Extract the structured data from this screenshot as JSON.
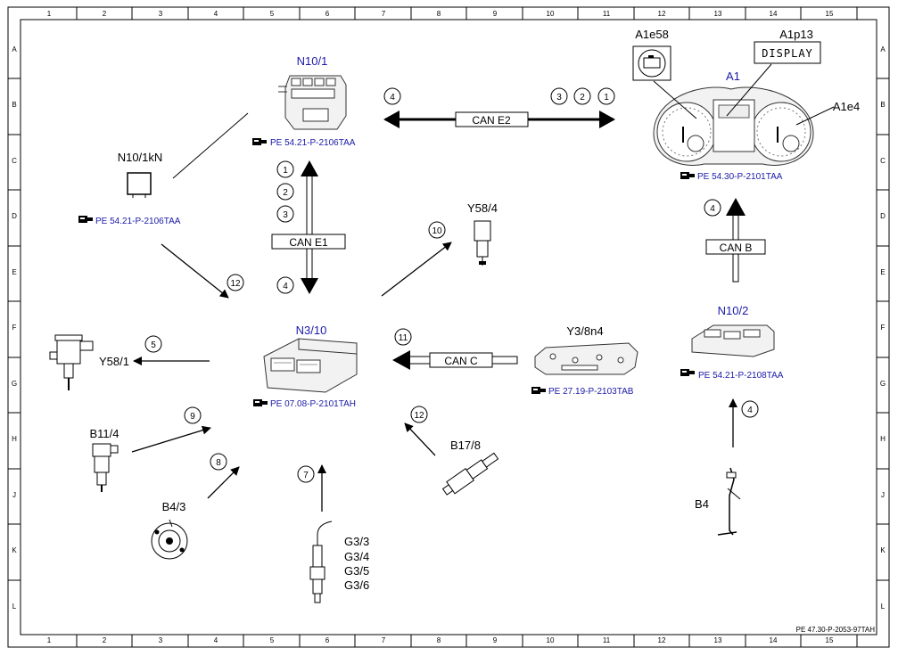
{
  "grid": {
    "columns": [
      "1",
      "2",
      "3",
      "4",
      "5",
      "6",
      "7",
      "8",
      "9",
      "10",
      "11",
      "12",
      "13",
      "14",
      "15"
    ],
    "rows": [
      "A",
      "B",
      "C",
      "D",
      "E",
      "F",
      "G",
      "H",
      "J",
      "K",
      "L"
    ]
  },
  "components": {
    "n10_1": {
      "label": "N10/1",
      "ref": "PE 54.21-P-2106TAA"
    },
    "n10_1kn": {
      "label": "N10/1kN",
      "ref": "PE 54.21-P-2106TAA"
    },
    "a1": {
      "label": "A1",
      "ref": "PE 54.30-P-2101TAA"
    },
    "a1e58": {
      "label": "A1e58"
    },
    "a1p13": {
      "label": "A1p13",
      "display": "DISPLAY"
    },
    "a1e4": {
      "label": "A1e4"
    },
    "y58_4": {
      "label": "Y58/4"
    },
    "n3_10": {
      "label": "N3/10",
      "ref": "PE 07.08-P-2101TAH"
    },
    "y58_1": {
      "label": "Y58/1"
    },
    "y3_8n4": {
      "label": "Y3/8n4",
      "ref": "PE 27.19-P-2103TAB"
    },
    "n10_2": {
      "label": "N10/2",
      "ref": "PE 54.21-P-2108TAA"
    },
    "b11_4": {
      "label": "B11/4"
    },
    "b4_3": {
      "label": "B4/3"
    },
    "b17_8": {
      "label": "B17/8"
    },
    "b4": {
      "label": "B4"
    },
    "g3": {
      "labels": [
        "G3/3",
        "G3/4",
        "G3/5",
        "G3/6"
      ]
    }
  },
  "buses": {
    "can_e2": "CAN E2",
    "can_e1": "CAN E1",
    "can_b": "CAN B",
    "can_c": "CAN C"
  },
  "signals": {
    "e2_left": "4",
    "e2_right": [
      "3",
      "2",
      "1"
    ],
    "e1_top": [
      "1",
      "2",
      "3"
    ],
    "e1_bottom": "4",
    "can_b": "4",
    "can_c": "11",
    "n10_1kn_to_n3": "12",
    "n3_to_y58_4": "10",
    "n3_to_y58_1": "5",
    "b11_4": "9",
    "b4_3": "8",
    "g3": "7",
    "b17_8": "12",
    "b4": "4"
  },
  "footer": {
    "code": "PE 47.30-P-2053-97TAH"
  }
}
